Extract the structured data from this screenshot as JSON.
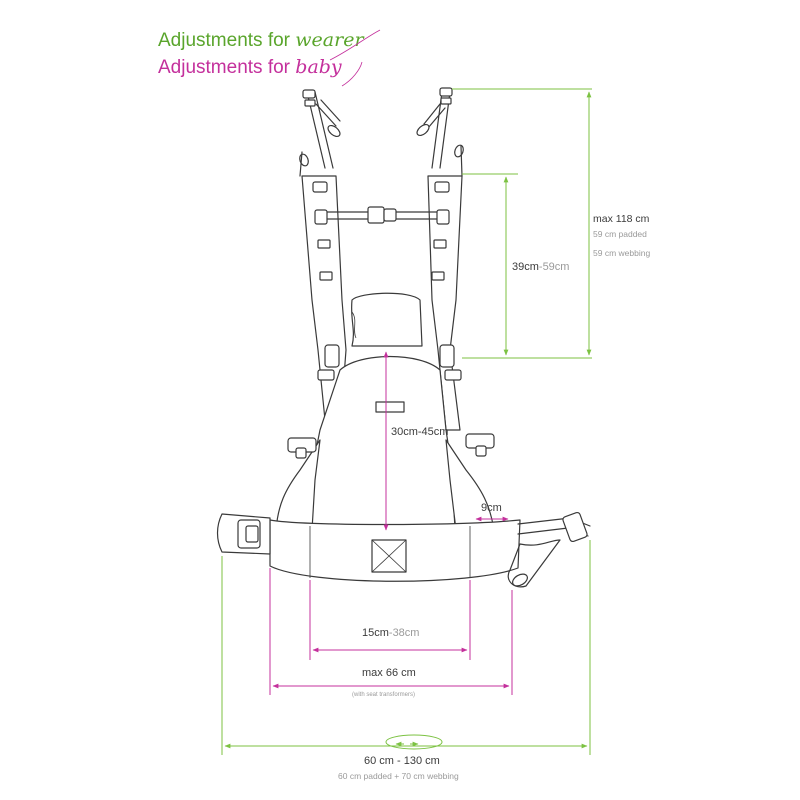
{
  "legend": {
    "wearer_prefix": "Adjustments for ",
    "wearer_word": "wearer",
    "baby_prefix": "Adjustments for ",
    "baby_word": "baby"
  },
  "colors": {
    "wearer": "#7cc242",
    "baby": "#c4309c",
    "outline": "#3a3a3a",
    "note": "#9a9a9a"
  },
  "measurements": {
    "strap_total": {
      "main": "max 118 cm",
      "line2": "59 cm padded",
      "line3": "59 cm webbing"
    },
    "strap_adjust": {
      "part_a": "39cm",
      "part_b": "-59cm"
    },
    "panel_height": {
      "label": "30cm-45cm"
    },
    "panel_base": {
      "label": "9cm"
    },
    "panel_width": {
      "part_a": "15cm",
      "part_b": "-38cm"
    },
    "seat_width": {
      "label": "max 66 cm",
      "note": "(with seat transformers)"
    },
    "waist": {
      "label": "60 cm - 130 cm",
      "note": "60 cm padded + 70 cm webbing"
    }
  }
}
